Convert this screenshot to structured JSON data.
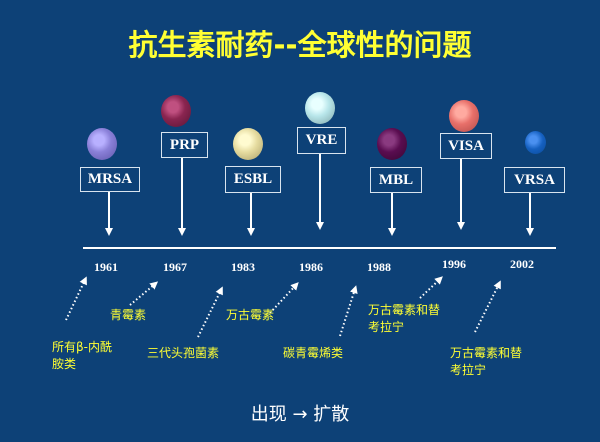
{
  "title": "抗生素耐药--全球性的问题",
  "organisms": [
    {
      "label": "MRSA",
      "color": "#8a80d8"
    },
    {
      "label": "PRP",
      "color": "#8a2550"
    },
    {
      "label": "ESBL",
      "color": "#e6dca0"
    },
    {
      "label": "VRE",
      "color": "#b8e6ea"
    },
    {
      "label": "MBL",
      "color": "#5a0d50"
    },
    {
      "label": "VISA",
      "color": "#e8706a"
    },
    {
      "label": "VRSA",
      "color": "#1560c0"
    }
  ],
  "years": [
    "1961",
    "1967",
    "1983",
    "1986",
    "1988",
    "1996",
    "2002"
  ],
  "antibiotics": [
    {
      "line1": "所有β-内酰",
      "line2": "胺类"
    },
    {
      "line1": "青霉素",
      "line2": ""
    },
    {
      "line1": "三代头孢菌素",
      "line2": ""
    },
    {
      "line1": "万古霉素",
      "line2": ""
    },
    {
      "line1": "碳青霉烯类",
      "line2": ""
    },
    {
      "line1": "万古霉素和替",
      "line2": "考拉宁"
    },
    {
      "line1": "万古霉素和替",
      "line2": "考拉宁"
    }
  ],
  "footer": "出现 → 扩散"
}
